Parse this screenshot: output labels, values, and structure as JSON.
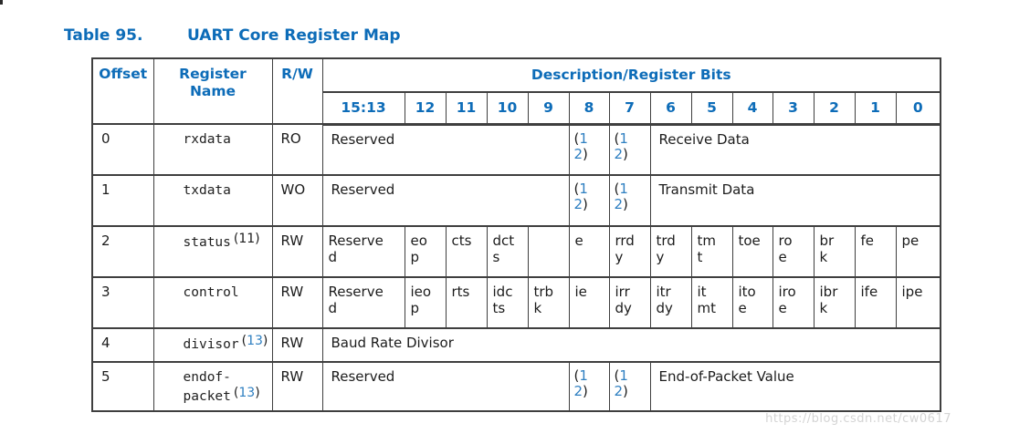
{
  "title": {
    "prefix": "Table 95.",
    "text": "UART Core Register Map"
  },
  "colors": {
    "heading_blue": "#0d6cb8",
    "footnote_blue": "#2e7fc1",
    "border_gray": "#3f3f3f",
    "text_black": "#1c1c1c",
    "watermark_gray": "#d4d4d4"
  },
  "watermark": {
    "text": "https://blog.csdn.net/cw0617"
  },
  "table": {
    "headers": {
      "offset": "Offset",
      "register_name": "Register\nName",
      "rw": "R/W",
      "description": "Description/Register Bits",
      "bits": [
        "15:13",
        "12",
        "11",
        "10",
        "9",
        "8",
        "7",
        "6",
        "5",
        "4",
        "3",
        "2",
        "1",
        "0"
      ]
    },
    "footnote12": {
      "l1_paren": "(",
      "l1_digit": "1",
      "l2_digit": "2",
      "l2_paren": ")"
    },
    "rows": [
      {
        "offset": "0",
        "name": "rxdata",
        "rw": "RO",
        "reserved": "Reserved",
        "description": "Receive Data"
      },
      {
        "offset": "1",
        "name": "txdata",
        "rw": "WO",
        "reserved": "Reserved",
        "description": "Transmit Data"
      },
      {
        "offset": "2",
        "name": "status",
        "name_footnote": "(11)",
        "rw": "RW",
        "cells": [
          "Reserve\nd",
          "eo\np",
          "cts",
          "dct\ns",
          "",
          "e",
          "rrd\ny",
          "trd\ny",
          "tm\nt",
          "toe",
          "ro\ne",
          "br\nk",
          "fe",
          "pe"
        ]
      },
      {
        "offset": "3",
        "name": "control",
        "rw": "RW",
        "cells": [
          "Reserve\nd",
          "ieo\np",
          "rts",
          "idc\nts",
          "trb\nk",
          "ie",
          "irr\ndy",
          "itr\ndy",
          "it\nmt",
          "ito\ne",
          "iro\ne",
          "ibr\nk",
          "ife",
          "ipe"
        ]
      },
      {
        "offset": "4",
        "name": "divisor",
        "fn_open": "(",
        "fn_num": "13",
        "fn_close": ")",
        "rw": "RW",
        "description": "Baud Rate Divisor"
      },
      {
        "offset": "5",
        "name": "endof-\npacket",
        "fn_open": "(",
        "fn_num": "13",
        "fn_close": ")",
        "rw": "RW",
        "reserved": "Reserved",
        "description": "End-of-Packet Value"
      }
    ]
  }
}
